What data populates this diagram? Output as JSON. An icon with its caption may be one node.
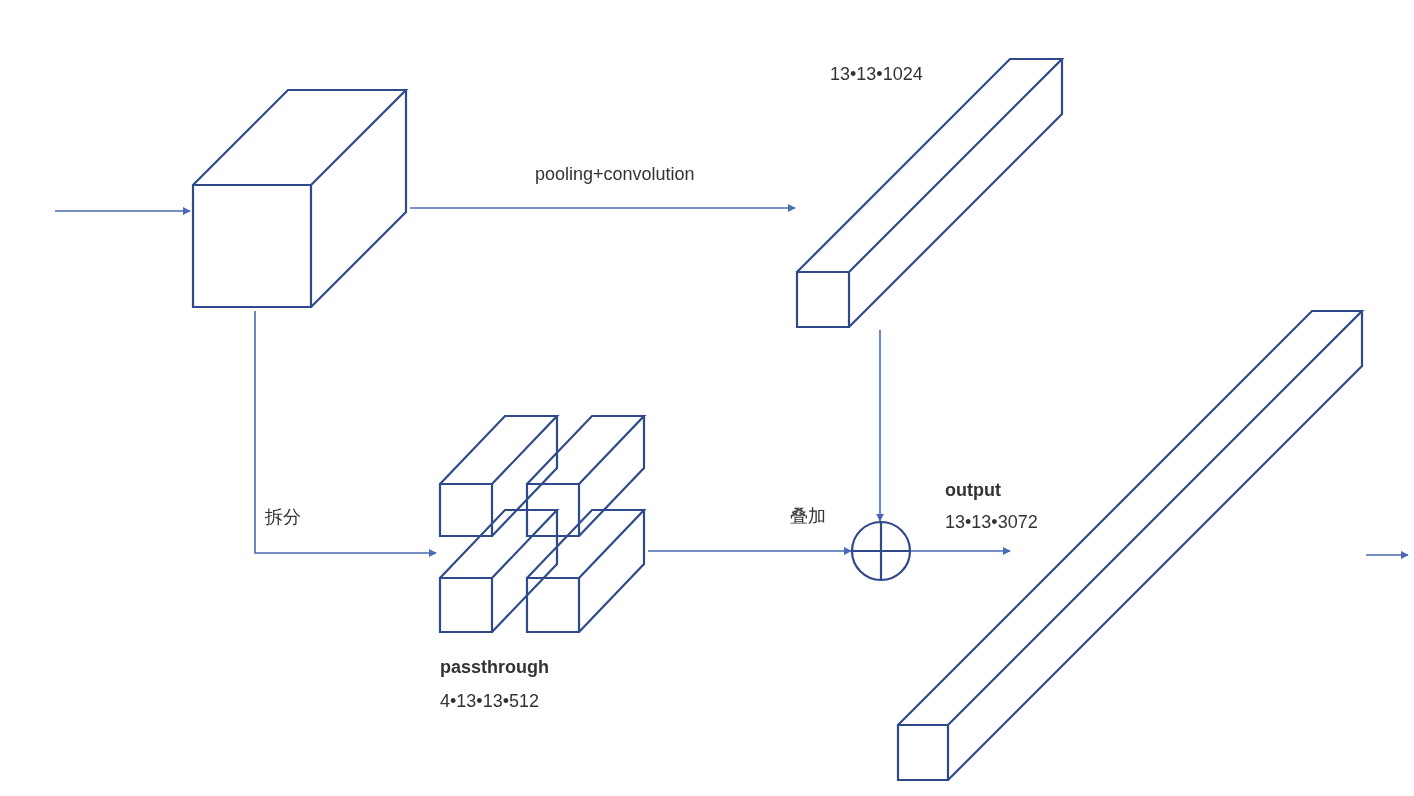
{
  "diagram": {
    "nodes": [
      {
        "text": [],
        "shape": "box"
      },
      {
        "text": [
          "13•13•1024"
        ]
      },
      {
        "text": [
          "passthrough",
          "4•13•13•512"
        ]
      },
      {
        "text": [],
        "shape": "circle"
      },
      {
        "text": [
          "output",
          "13•13•3072"
        ]
      }
    ],
    "edges": [
      {
        "from": null,
        "to": 0,
        "arrow": "to"
      },
      {
        "from": 0,
        "to": 1,
        "arrow": "to",
        "label": "pooling+convolution"
      },
      {
        "from": 0,
        "to": 2,
        "arrow": "to",
        "label": "拆分"
      },
      {
        "from": 1,
        "to": 3,
        "arrow": "to"
      },
      {
        "from": 2,
        "to": 3,
        "arrow": "to",
        "label": "叠加"
      },
      {
        "from": 3,
        "to": 4,
        "arrow": "to"
      },
      {
        "from": 4,
        "to": null,
        "arrow": "to"
      }
    ]
  }
}
